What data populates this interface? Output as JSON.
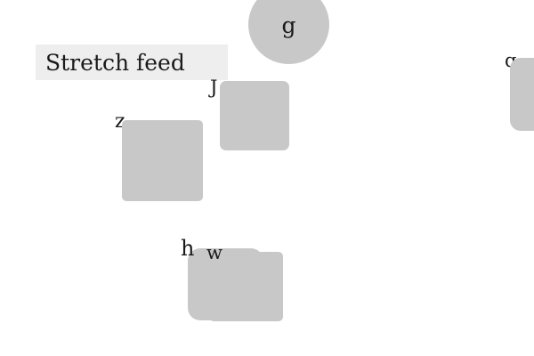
{
  "title": "Stretch feed",
  "nodes": {
    "g": "g",
    "j": "J",
    "z": "z",
    "q": "q",
    "h": "h",
    "w": "w"
  },
  "colors": {
    "shape_fill": "#c8c8c8",
    "title_background": "#eeeeee",
    "text": "#1a1a1a"
  }
}
